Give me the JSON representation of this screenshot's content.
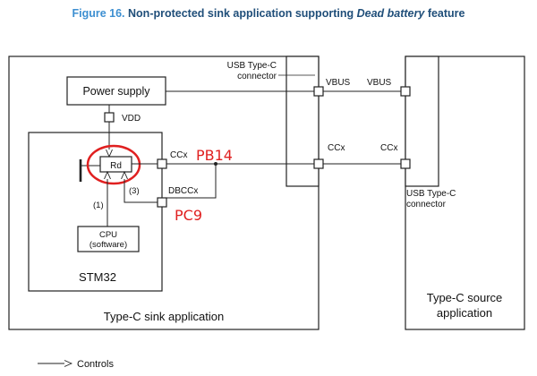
{
  "caption": {
    "figure_label": "Figure 16.",
    "text_before": "Non-protected sink application supporting",
    "emphasis": "Dead battery",
    "text_after": "feature"
  },
  "sink": {
    "application_label": "Type-C sink application",
    "connector_label_line1": "USB Type-C",
    "connector_label_line2": "connector",
    "power_supply": "Power supply",
    "vdd": "VDD",
    "stm32": "STM32",
    "rd": "Rd",
    "ccx_pin": "CCx",
    "dbccx_pin": "DBCCx",
    "cpu_line1": "CPU",
    "cpu_line2": "(software)",
    "step1": "(1)",
    "step3": "(3)",
    "vbus": "VBUS",
    "ccx_conn": "CCx"
  },
  "source": {
    "vbus": "VBUS",
    "ccx": "CCx",
    "connector_label_line1": "USB Type-C",
    "connector_label_line2": "connector",
    "application_line1": "Type-C source",
    "application_line2": "application"
  },
  "annotations": {
    "pb14": "PB14",
    "pc9": "PC9",
    "highlight_color": "#e02020"
  },
  "legend": {
    "controls": "Controls"
  }
}
